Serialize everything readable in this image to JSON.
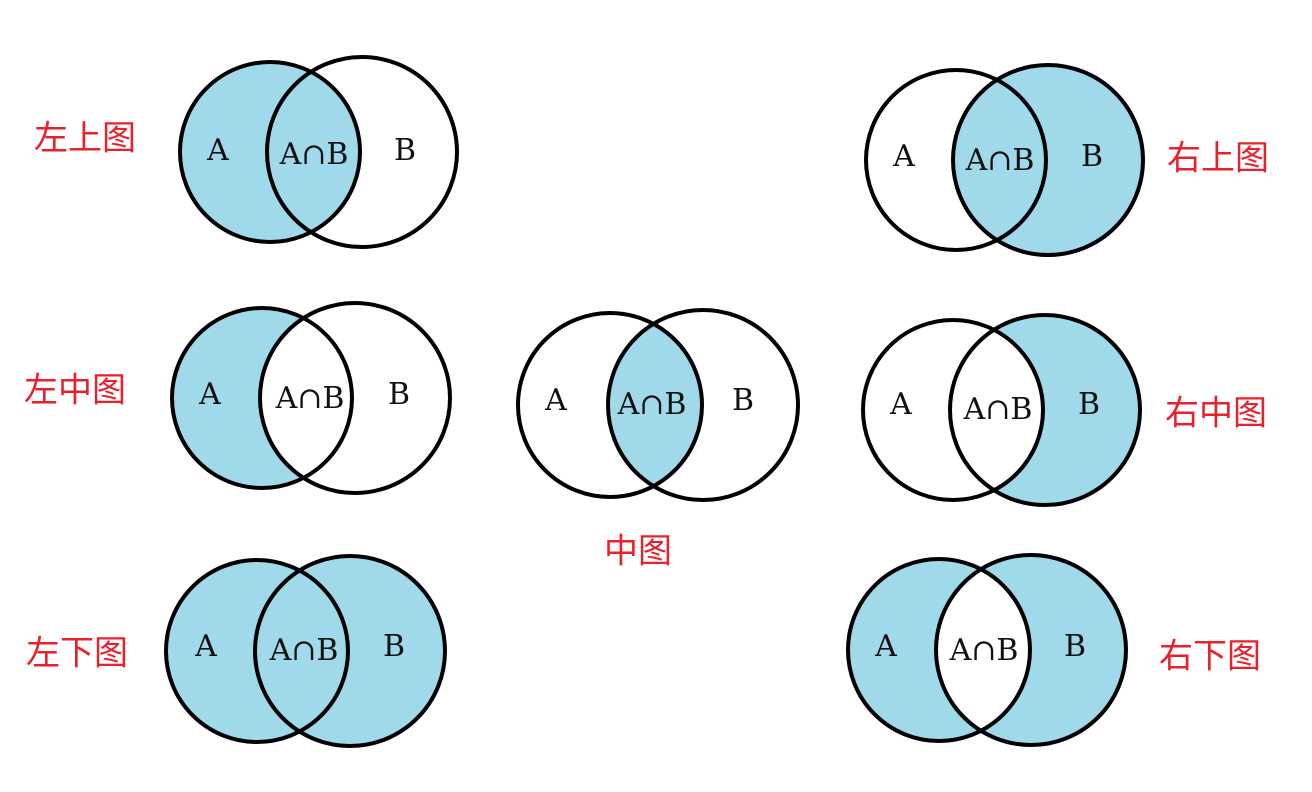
{
  "colors": {
    "fill": "#9fd9ea",
    "stroke": "#000000",
    "caption": "#e8212b",
    "background": "#ffffff"
  },
  "diagrams": [
    {
      "id": "top-left",
      "caption": "左上图",
      "labels": {
        "a": "A",
        "ab": "A∩B",
        "b": "B"
      },
      "shade": {
        "a_only": true,
        "intersection": true,
        "b_only": false
      }
    },
    {
      "id": "middle-left",
      "caption": "左中图",
      "labels": {
        "a": "A",
        "ab": "A∩B",
        "b": "B"
      },
      "shade": {
        "a_only": true,
        "intersection": false,
        "b_only": false
      }
    },
    {
      "id": "bottom-left",
      "caption": "左下图",
      "labels": {
        "a": "A",
        "ab": "A∩B",
        "b": "B"
      },
      "shade": {
        "a_only": true,
        "intersection": true,
        "b_only": true
      }
    },
    {
      "id": "center",
      "caption": "中图",
      "labels": {
        "a": "A",
        "ab": "A∩B",
        "b": "B"
      },
      "shade": {
        "a_only": false,
        "intersection": true,
        "b_only": false
      }
    },
    {
      "id": "top-right",
      "caption": "右上图",
      "labels": {
        "a": "A",
        "ab": "A∩B",
        "b": "B"
      },
      "shade": {
        "a_only": false,
        "intersection": true,
        "b_only": true
      }
    },
    {
      "id": "middle-right",
      "caption": "右中图",
      "labels": {
        "a": "A",
        "ab": "A∩B",
        "b": "B"
      },
      "shade": {
        "a_only": false,
        "intersection": false,
        "b_only": true
      }
    },
    {
      "id": "bottom-right",
      "caption": "右下图",
      "labels": {
        "a": "A",
        "ab": "A∩B",
        "b": "B"
      },
      "shade": {
        "a_only": true,
        "intersection": false,
        "b_only": true
      }
    }
  ]
}
